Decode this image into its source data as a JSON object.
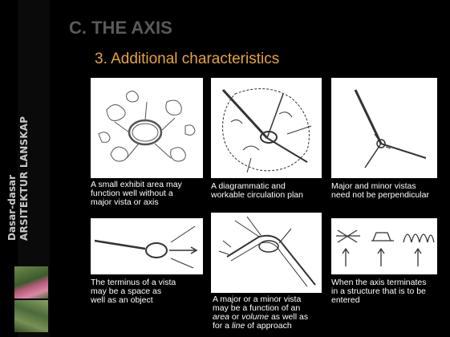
{
  "sidebar": {
    "line1": "Dasar-dasar",
    "line2": "ARSITEKTUR LANSKAP"
  },
  "header": {
    "title": "C. THE AXIS",
    "subtitle": "3.  Additional characteristics"
  },
  "panels": [
    {
      "caption_lines": [
        "A small exhibit area may",
        "function well without a",
        "major vista or axis"
      ]
    },
    {
      "caption_lines": [
        "A diagrammatic and",
        "workable circulation plan"
      ]
    },
    {
      "caption_lines": [
        "Major and minor vistas",
        "need not be perpendicular"
      ]
    },
    {
      "caption_lines": [
        "The terminus of a vista",
        "may be a space as",
        "well as an object"
      ]
    },
    {
      "caption_lines": [
        "A major or a minor vista",
        "may be a function of an"
      ],
      "line3_a": "area",
      "line3_b": " or ",
      "line3_c": "volume",
      "line3_d": " as well as",
      "line4_a": "for a ",
      "line4_b": "line",
      "line4_c": " of approach"
    },
    {
      "caption_lines": [
        "When the axis terminates",
        "in a structure that is to be",
        "entered"
      ]
    }
  ]
}
